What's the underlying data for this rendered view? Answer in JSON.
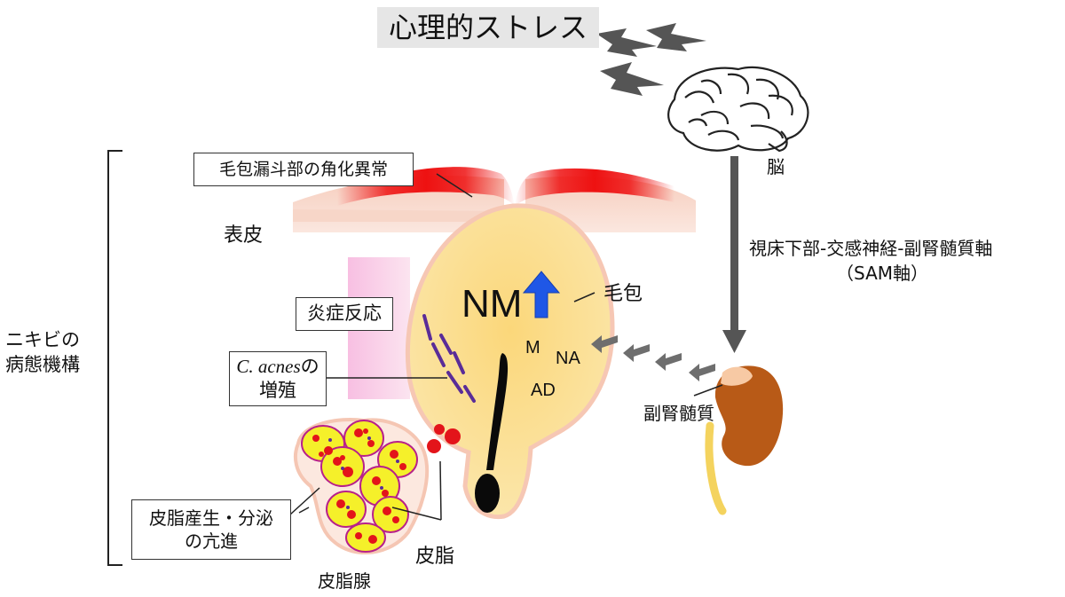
{
  "title": "心理的ストレス",
  "labels": {
    "brain": "脳",
    "axis_line1": "視床下部-交感神経-副腎髄質軸",
    "axis_line2": "（SAM軸）",
    "adrenal_medulla": "副腎髄質",
    "follicle": "毛包",
    "epidermis": "表皮",
    "sebum": "皮脂",
    "sebaceous_gland": "皮脂腺",
    "nm": "NM",
    "m": "M",
    "na": "NA",
    "ad": "AD",
    "mechanism_line1": "ニキビの",
    "mechanism_line2": "病態機構"
  },
  "boxes": {
    "keratinization": "毛包漏斗部の角化異常",
    "inflammation": "炎症反応",
    "acnes_species": "C. acnes",
    "acnes_suffix": "の",
    "acnes_line2": "増殖",
    "sebum_line1": "皮脂産生・分泌",
    "sebum_line2": "の亢進"
  },
  "colors": {
    "keratin_red": "#ee1111",
    "skin_pink": "#f9d9cc",
    "follicle_yellow": "#fbe08c",
    "arrow_blue": "#1f57e6",
    "inflammation_pink": "#f7bde0",
    "bacteria_purple": "#5a2c98",
    "kidney_brown": "#b85a17",
    "gland_yellow": "#f5f02a"
  },
  "icons": [
    "lightning-icon",
    "brain-icon",
    "adrenal-kidney-icon",
    "up-arrow-icon",
    "hair-icon",
    "sebaceous-gland-icon"
  ]
}
